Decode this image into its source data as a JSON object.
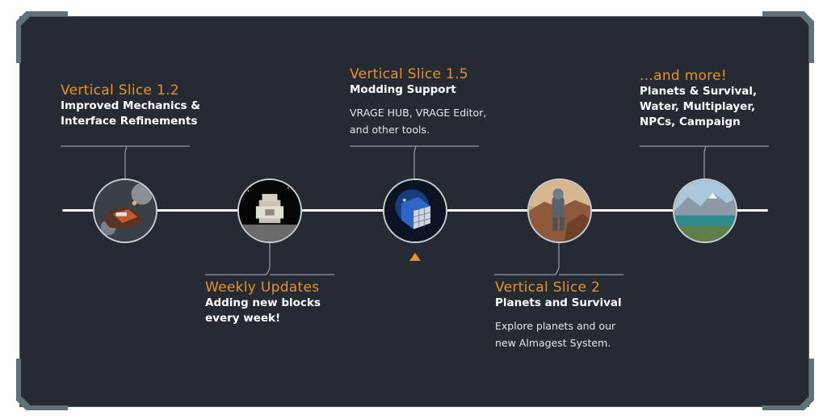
{
  "colors": {
    "panel": "#262b33",
    "accent": "#e8912b",
    "text": "#ffffff",
    "frame": "#5f717a"
  },
  "milestones": [
    {
      "title": "Vertical Slice 1.2",
      "subtitle_lines": [
        "Improved Mechanics &",
        "Interface Refinements"
      ],
      "description_lines": [],
      "image": "spaceship-battle-image"
    },
    {
      "title": "Weekly Updates",
      "subtitle_lines": [
        "Adding new blocks",
        "every week!"
      ],
      "description_lines": [],
      "image": "block-module-image"
    },
    {
      "title": "Vertical Slice 1.5",
      "subtitle_lines": [
        "Modding Support"
      ],
      "description_lines": [
        "VRAGE HUB, VRAGE Editor,",
        "and other tools."
      ],
      "image": "cube-modding-image",
      "current": true
    },
    {
      "title": "Vertical Slice 2",
      "subtitle_lines": [
        "Planets and Survival"
      ],
      "description_lines": [
        "Explore planets and our",
        "new Almagest System."
      ],
      "image": "astronaut-planet-image"
    },
    {
      "title": "...and more!",
      "subtitle_lines": [
        "Planets & Survival,",
        "Water, Multiplayer,",
        "NPCs, Campaign"
      ],
      "description_lines": [],
      "image": "lake-landscape-image"
    }
  ],
  "current_marker_icon": "triangle-up-icon"
}
